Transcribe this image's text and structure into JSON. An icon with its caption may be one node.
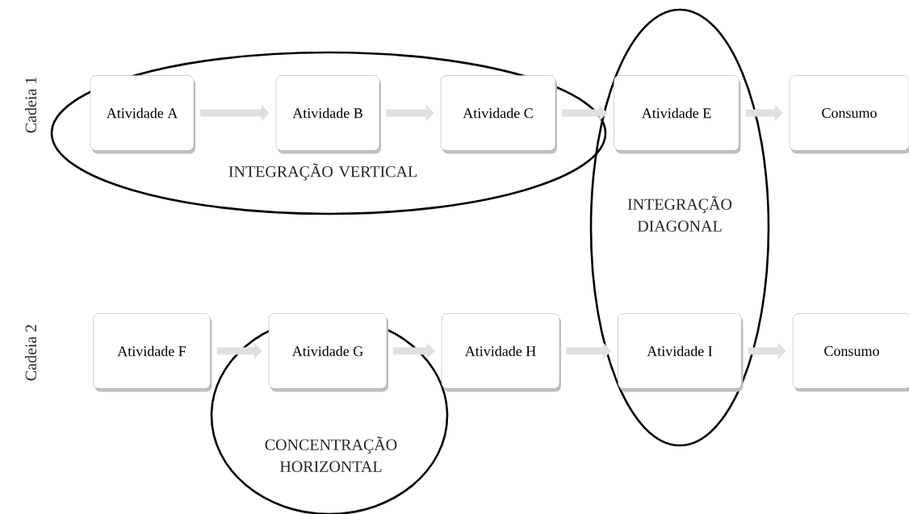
{
  "diagram": {
    "nodes": [
      {
        "text": [
          "INTEGRAÇÃO VERTICAL"
        ]
      },
      {
        "text": [
          "Atividade A"
        ],
        "in": 0
      },
      {
        "text": [
          "Atividade B"
        ],
        "in": 0
      },
      {
        "text": [
          "Atividade C"
        ],
        "in": 0
      },
      {
        "text": [
          "INTEGRAÇÃO DIAGONAL"
        ]
      },
      {
        "text": [
          "Atividade E"
        ],
        "in": 4
      },
      {
        "text": [
          "Consumo"
        ]
      },
      {
        "text": [
          "CONCENTRAÇÃO HORIZONTAL"
        ]
      },
      {
        "text": [
          "Atividade F"
        ]
      },
      {
        "text": [
          "Atividade G"
        ],
        "in": 7
      },
      {
        "text": [
          "Atividade H"
        ]
      },
      {
        "text": [
          "Atividade I"
        ],
        "in": 4
      },
      {
        "text": [
          "Consumo"
        ]
      }
    ],
    "edges": [
      {
        "from": 1,
        "to": 2,
        "arrow": "to"
      },
      {
        "from": 2,
        "to": 3,
        "arrow": "to"
      },
      {
        "from": 3,
        "to": 5,
        "arrow": "to"
      },
      {
        "from": 5,
        "to": 6,
        "arrow": "to"
      },
      {
        "from": 8,
        "to": 9,
        "arrow": "to"
      },
      {
        "from": 9,
        "to": 10,
        "arrow": "to"
      },
      {
        "from": 10,
        "to": 11,
        "arrow": "to"
      },
      {
        "from": 11,
        "to": 12,
        "arrow": "to"
      }
    ],
    "labels": [
      "Cadeia 1",
      "Cadeia 2"
    ]
  }
}
